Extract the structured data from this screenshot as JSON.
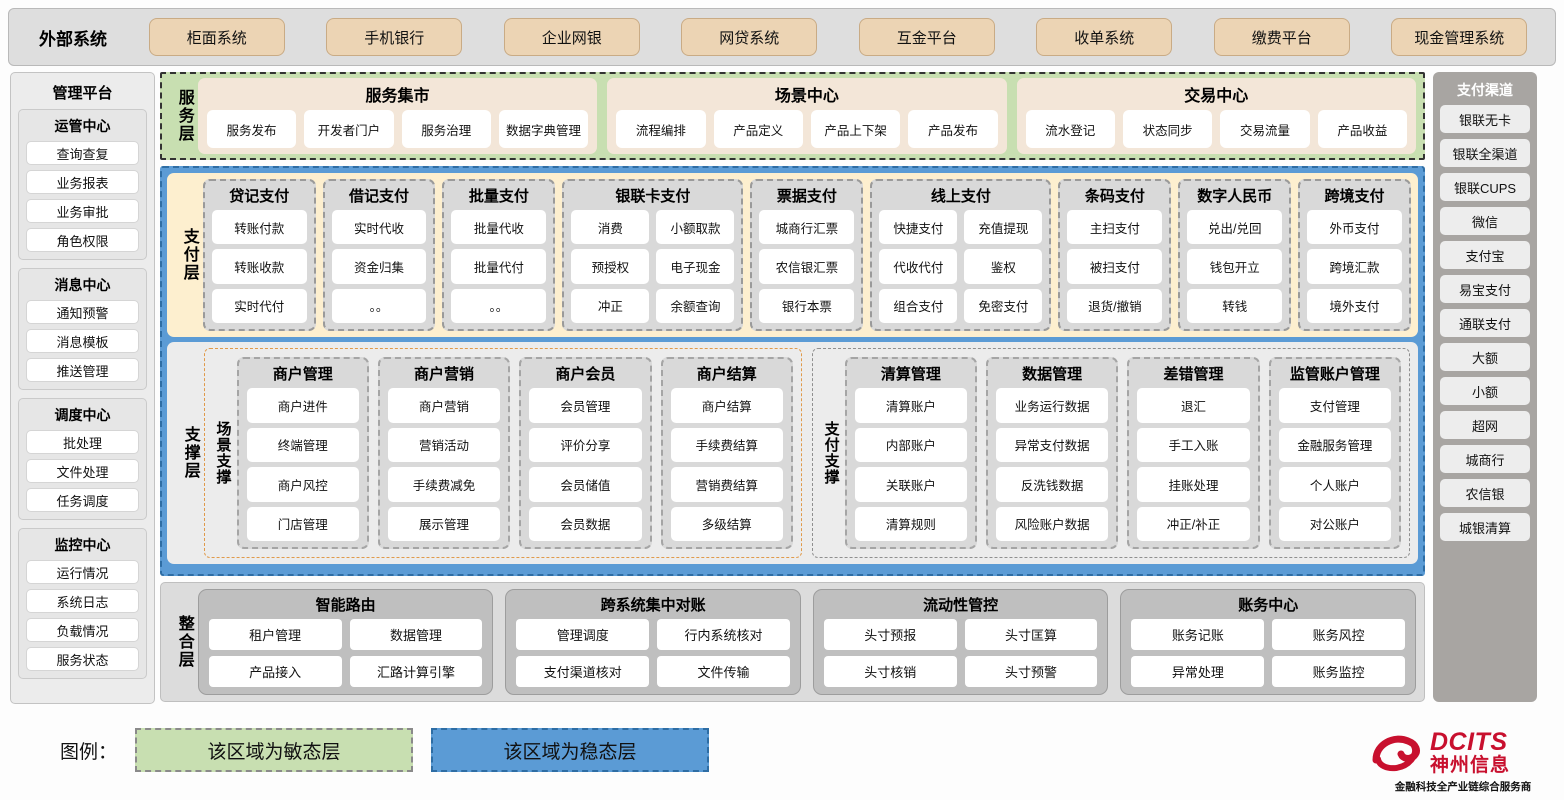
{
  "external": {
    "title": "外部系统",
    "items": [
      "柜面系统",
      "手机银行",
      "企业网银",
      "网贷系统",
      "互金平台",
      "收单系统",
      "缴费平台",
      "现金管理系统"
    ]
  },
  "management": {
    "title": "管理平台",
    "groups": [
      {
        "title": "运管中心",
        "items": [
          "查询查复",
          "业务报表",
          "业务审批",
          "角色权限"
        ]
      },
      {
        "title": "消息中心",
        "items": [
          "通知预警",
          "消息模板",
          "推送管理"
        ]
      },
      {
        "title": "调度中心",
        "items": [
          "批处理",
          "文件处理",
          "任务调度"
        ]
      },
      {
        "title": "监控中心",
        "items": [
          "运行情况",
          "系统日志",
          "负载情况",
          "服务状态"
        ]
      }
    ]
  },
  "channels": {
    "title": "支付渠道",
    "items": [
      "银联无卡",
      "银联全渠道",
      "银联CUPS",
      "微信",
      "支付宝",
      "易宝支付",
      "通联支付",
      "大额",
      "小额",
      "超网",
      "城商行",
      "农信银",
      "城银清算"
    ]
  },
  "service_layer": {
    "label": "服务层",
    "groups": [
      {
        "title": "服务集市",
        "items": [
          "服务发布",
          "开发者门户",
          "服务治理",
          "数据字典管理"
        ]
      },
      {
        "title": "场景中心",
        "items": [
          "流程编排",
          "产品定义",
          "产品上下架",
          "产品发布"
        ]
      },
      {
        "title": "交易中心",
        "items": [
          "流水登记",
          "状态同步",
          "交易流量",
          "产品收益"
        ]
      }
    ]
  },
  "payment_layer": {
    "label": "支付层",
    "groups": [
      {
        "title": "贷记支付",
        "cols": 1,
        "rows": [
          [
            "转账付款"
          ],
          [
            "转账收款"
          ],
          [
            "实时代付"
          ]
        ]
      },
      {
        "title": "借记支付",
        "cols": 1,
        "rows": [
          [
            "实时代收"
          ],
          [
            "资金归集"
          ],
          [
            "。。"
          ]
        ]
      },
      {
        "title": "批量支付",
        "cols": 1,
        "rows": [
          [
            "批量代收"
          ],
          [
            "批量代付"
          ],
          [
            "。。"
          ]
        ]
      },
      {
        "title": "银联卡支付",
        "cols": 2,
        "rows": [
          [
            "消费",
            "小额取款"
          ],
          [
            "预授权",
            "电子现金"
          ],
          [
            "冲正",
            "余额查询"
          ]
        ]
      },
      {
        "title": "票据支付",
        "cols": 1,
        "rows": [
          [
            "城商行汇票"
          ],
          [
            "农信银汇票"
          ],
          [
            "银行本票"
          ]
        ]
      },
      {
        "title": "线上支付",
        "cols": 2,
        "rows": [
          [
            "快捷支付",
            "充值提现"
          ],
          [
            "代收代付",
            "鉴权"
          ],
          [
            "组合支付",
            "免密支付"
          ]
        ]
      },
      {
        "title": "条码支付",
        "cols": 1,
        "rows": [
          [
            "主扫支付"
          ],
          [
            "被扫支付"
          ],
          [
            "退货/撤销"
          ]
        ]
      },
      {
        "title": "数字人民币",
        "cols": 1,
        "rows": [
          [
            "兑出/兑回"
          ],
          [
            "钱包开立"
          ],
          [
            "转钱"
          ]
        ]
      },
      {
        "title": "跨境支付",
        "cols": 1,
        "rows": [
          [
            "外币支付"
          ],
          [
            "跨境汇款"
          ],
          [
            "境外支付"
          ]
        ]
      }
    ]
  },
  "support_layer": {
    "label": "支撑层",
    "blocks": [
      {
        "label": "场景支撑",
        "columns": [
          {
            "title": "商户管理",
            "items": [
              "商户进件",
              "终端管理",
              "商户风控",
              "门店管理"
            ]
          },
          {
            "title": "商户营销",
            "items": [
              "商户营销",
              "营销活动",
              "手续费减免",
              "展示管理"
            ]
          },
          {
            "title": "商户会员",
            "items": [
              "会员管理",
              "评价分享",
              "会员储值",
              "会员数据"
            ]
          },
          {
            "title": "商户结算",
            "items": [
              "商户结算",
              "手续费结算",
              "营销费结算",
              "多级结算"
            ]
          }
        ]
      },
      {
        "label": "支付支撑",
        "columns": [
          {
            "title": "清算管理",
            "items": [
              "清算账户",
              "内部账户",
              "关联账户",
              "清算规则"
            ]
          },
          {
            "title": "数据管理",
            "items": [
              "业务运行数据",
              "异常支付数据",
              "反洗钱数据",
              "风险账户数据"
            ]
          },
          {
            "title": "差错管理",
            "items": [
              "退汇",
              "手工入账",
              "挂账处理",
              "冲正/补正"
            ]
          },
          {
            "title": "监管账户管理",
            "items": [
              "支付管理",
              "金融服务管理",
              "个人账户",
              "对公账户"
            ]
          }
        ]
      }
    ]
  },
  "integration_layer": {
    "label": "整合层",
    "groups": [
      {
        "title": "智能路由",
        "rows": [
          [
            "租户管理",
            "数据管理"
          ],
          [
            "产品接入",
            "汇路计算引擎"
          ]
        ]
      },
      {
        "title": "跨系统集中对账",
        "rows": [
          [
            "管理调度",
            "行内系统核对"
          ],
          [
            "支付渠道核对",
            "文件传输"
          ]
        ]
      },
      {
        "title": "流动性管控",
        "rows": [
          [
            "头寸预报",
            "头寸匡算"
          ],
          [
            "头寸核销",
            "头寸预警"
          ]
        ]
      },
      {
        "title": "账务中心",
        "rows": [
          [
            "账务记账",
            "账务风控"
          ],
          [
            "异常处理",
            "账务监控"
          ]
        ]
      }
    ]
  },
  "legend": {
    "label": "图例：",
    "agile": "该区域为敏态层",
    "stable": "该区域为稳态层"
  },
  "logo": {
    "en": "DCITS",
    "cn": "神州信息",
    "tagline": "金融科技全产业链综合服务商"
  },
  "colors": {
    "agile_green": "#c8dfb1",
    "stable_blue": "#5b9bd5",
    "payment_yellow": "#fdefcf",
    "external_chip": "#ecd4b4",
    "brand_red": "#c8102e"
  }
}
